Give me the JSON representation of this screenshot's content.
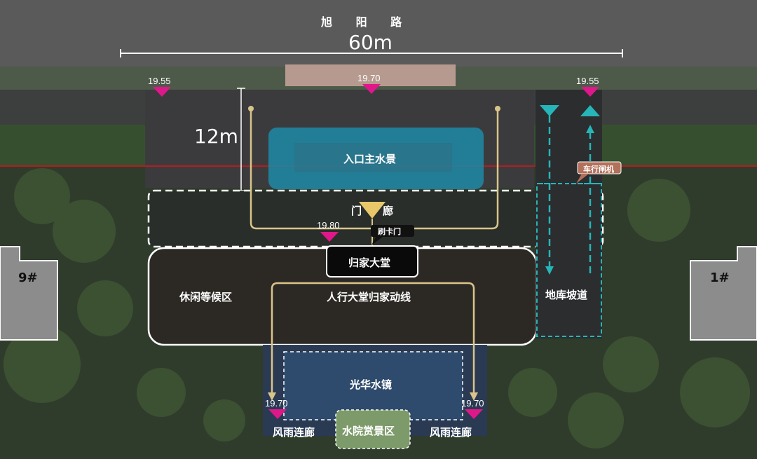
{
  "road": {
    "name": "旭 阳 路",
    "width_label": "60m"
  },
  "setback_label": "12m",
  "elevations": {
    "top_left": "19.55",
    "top_center": "19.70",
    "top_right": "19.55",
    "gate": "19.80",
    "bottom_left": "19.70",
    "bottom_right": "19.70"
  },
  "zones": {
    "main_water": "入口主水景",
    "corridor_left": "门",
    "corridor_right": "廊",
    "card_gate": "刷卡门",
    "lobby": "归家大堂",
    "lounge": "休闲等候区",
    "route": "人行大堂归家动线",
    "mirror_water": "光华水镜",
    "garden": "水院赏景区",
    "veranda_left": "风雨连廊",
    "veranda_right": "风雨连廊",
    "ramp": "地库坡道",
    "barrier": "车行闸机"
  },
  "buildings": {
    "left": "9#",
    "right": "1#"
  },
  "colors": {
    "marker": "#e0178a",
    "cyan": "#26b5b8",
    "route": "#d9c48a",
    "water": "#1f8aa6"
  }
}
